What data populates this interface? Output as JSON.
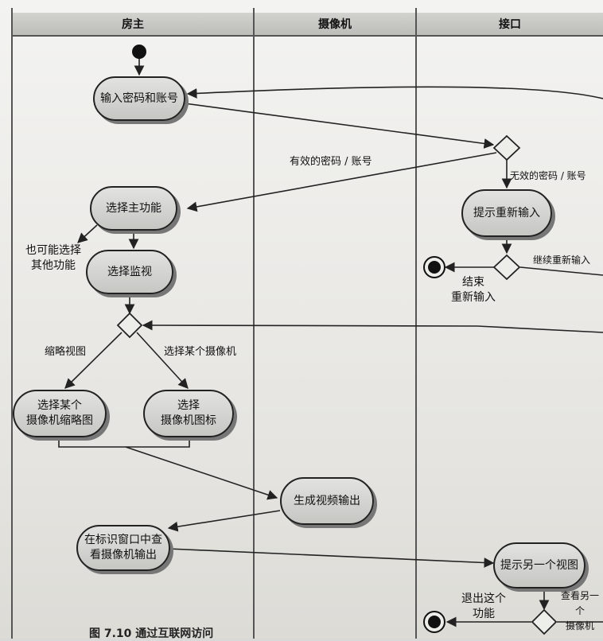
{
  "lanes": [
    {
      "name": "房主"
    },
    {
      "name": "摄像机"
    },
    {
      "name": "接口"
    }
  ],
  "nodes": {
    "input_password": "输入密码和账号",
    "select_main": "选择主功能",
    "select_monitor": "选择监视",
    "select_thumb": "选择某个\n摄像机缩略图",
    "select_icon": "选择\n摄像机图标",
    "generate_video": "生成视频输出",
    "view_output": "在标识窗口中查\n看摄像机输出",
    "prompt_reenter": "提示重新输入",
    "prompt_other_view": "提示另一个视图"
  },
  "labels": {
    "valid": "有效的密码 / 账号",
    "invalid": "无效的密码 / 账号",
    "continue_reenter": "继续重新输入",
    "end_reenter": "结束\n重新输入",
    "other_functions": "也可能选择\n其他功能",
    "thumbnail_view": "缩略视图",
    "select_camera": "选择某个摄像机",
    "exit_function": "退出这个\n功能",
    "view_another": "查看另一个\n摄像机"
  },
  "caption": "图 7.10   通过互联网访问",
  "colors": {
    "stroke": "#222222",
    "node_fill": "#d4d4d1",
    "background": "#efeeeb"
  }
}
